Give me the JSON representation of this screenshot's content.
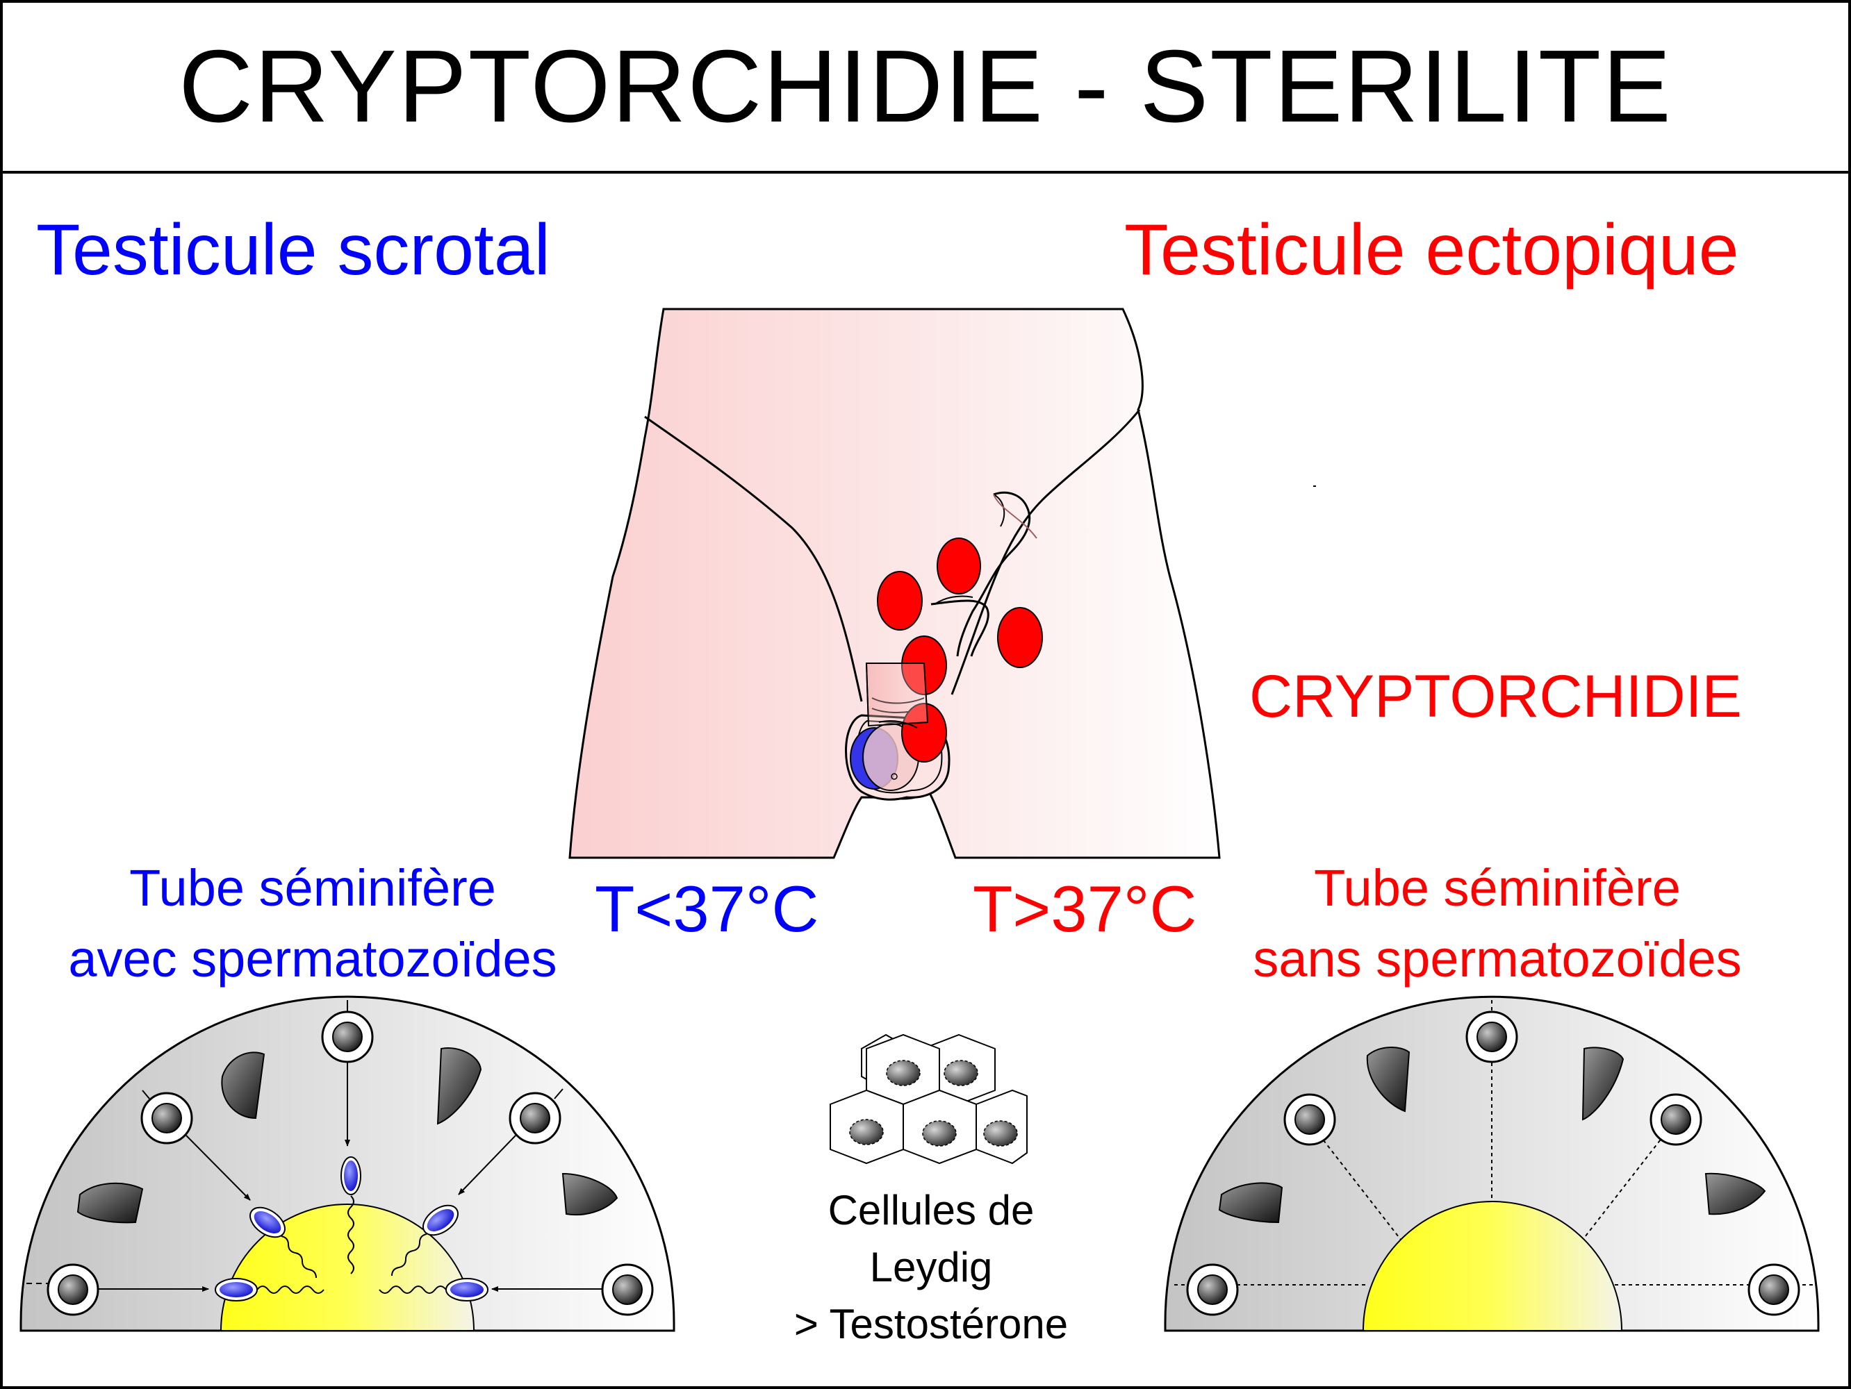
{
  "title": "CRYPTORCHIDIE - STERILITE",
  "labels": {
    "left_heading": "Testicule scrotal",
    "right_heading": "Testicule ectopique",
    "cryptorchidie": "CRYPTORCHIDIE",
    "temp_left": "T<37°C",
    "temp_right": "T>37°C",
    "tube_left_line1": "Tube séminifère",
    "tube_left_line2": "avec spermatozoïdes",
    "tube_right_line1": "Tube séminifère",
    "tube_right_line2": "sans spermatozoïdes",
    "leydig_line1": "Cellules de",
    "leydig_line2": "Leydig",
    "leydig_line3": "> Testostérone"
  },
  "colors": {
    "blue_text": "#0000ff",
    "red_text": "#ff0000",
    "ectopic_testis": "#ff0000",
    "scrotal_testis": "#3030e0",
    "lumen": "#ffff33",
    "body_skin": "#fbd4d4",
    "tube_gray": "#d0d0d0"
  },
  "icons": {
    "sertoli_nucleus": "dark-teardrop-shape",
    "spermatogonia": "ringed-circle-cell",
    "spermatozoa": "blue-oval-with-wavy-tail",
    "leydig_cell": "hexagon-cell"
  }
}
